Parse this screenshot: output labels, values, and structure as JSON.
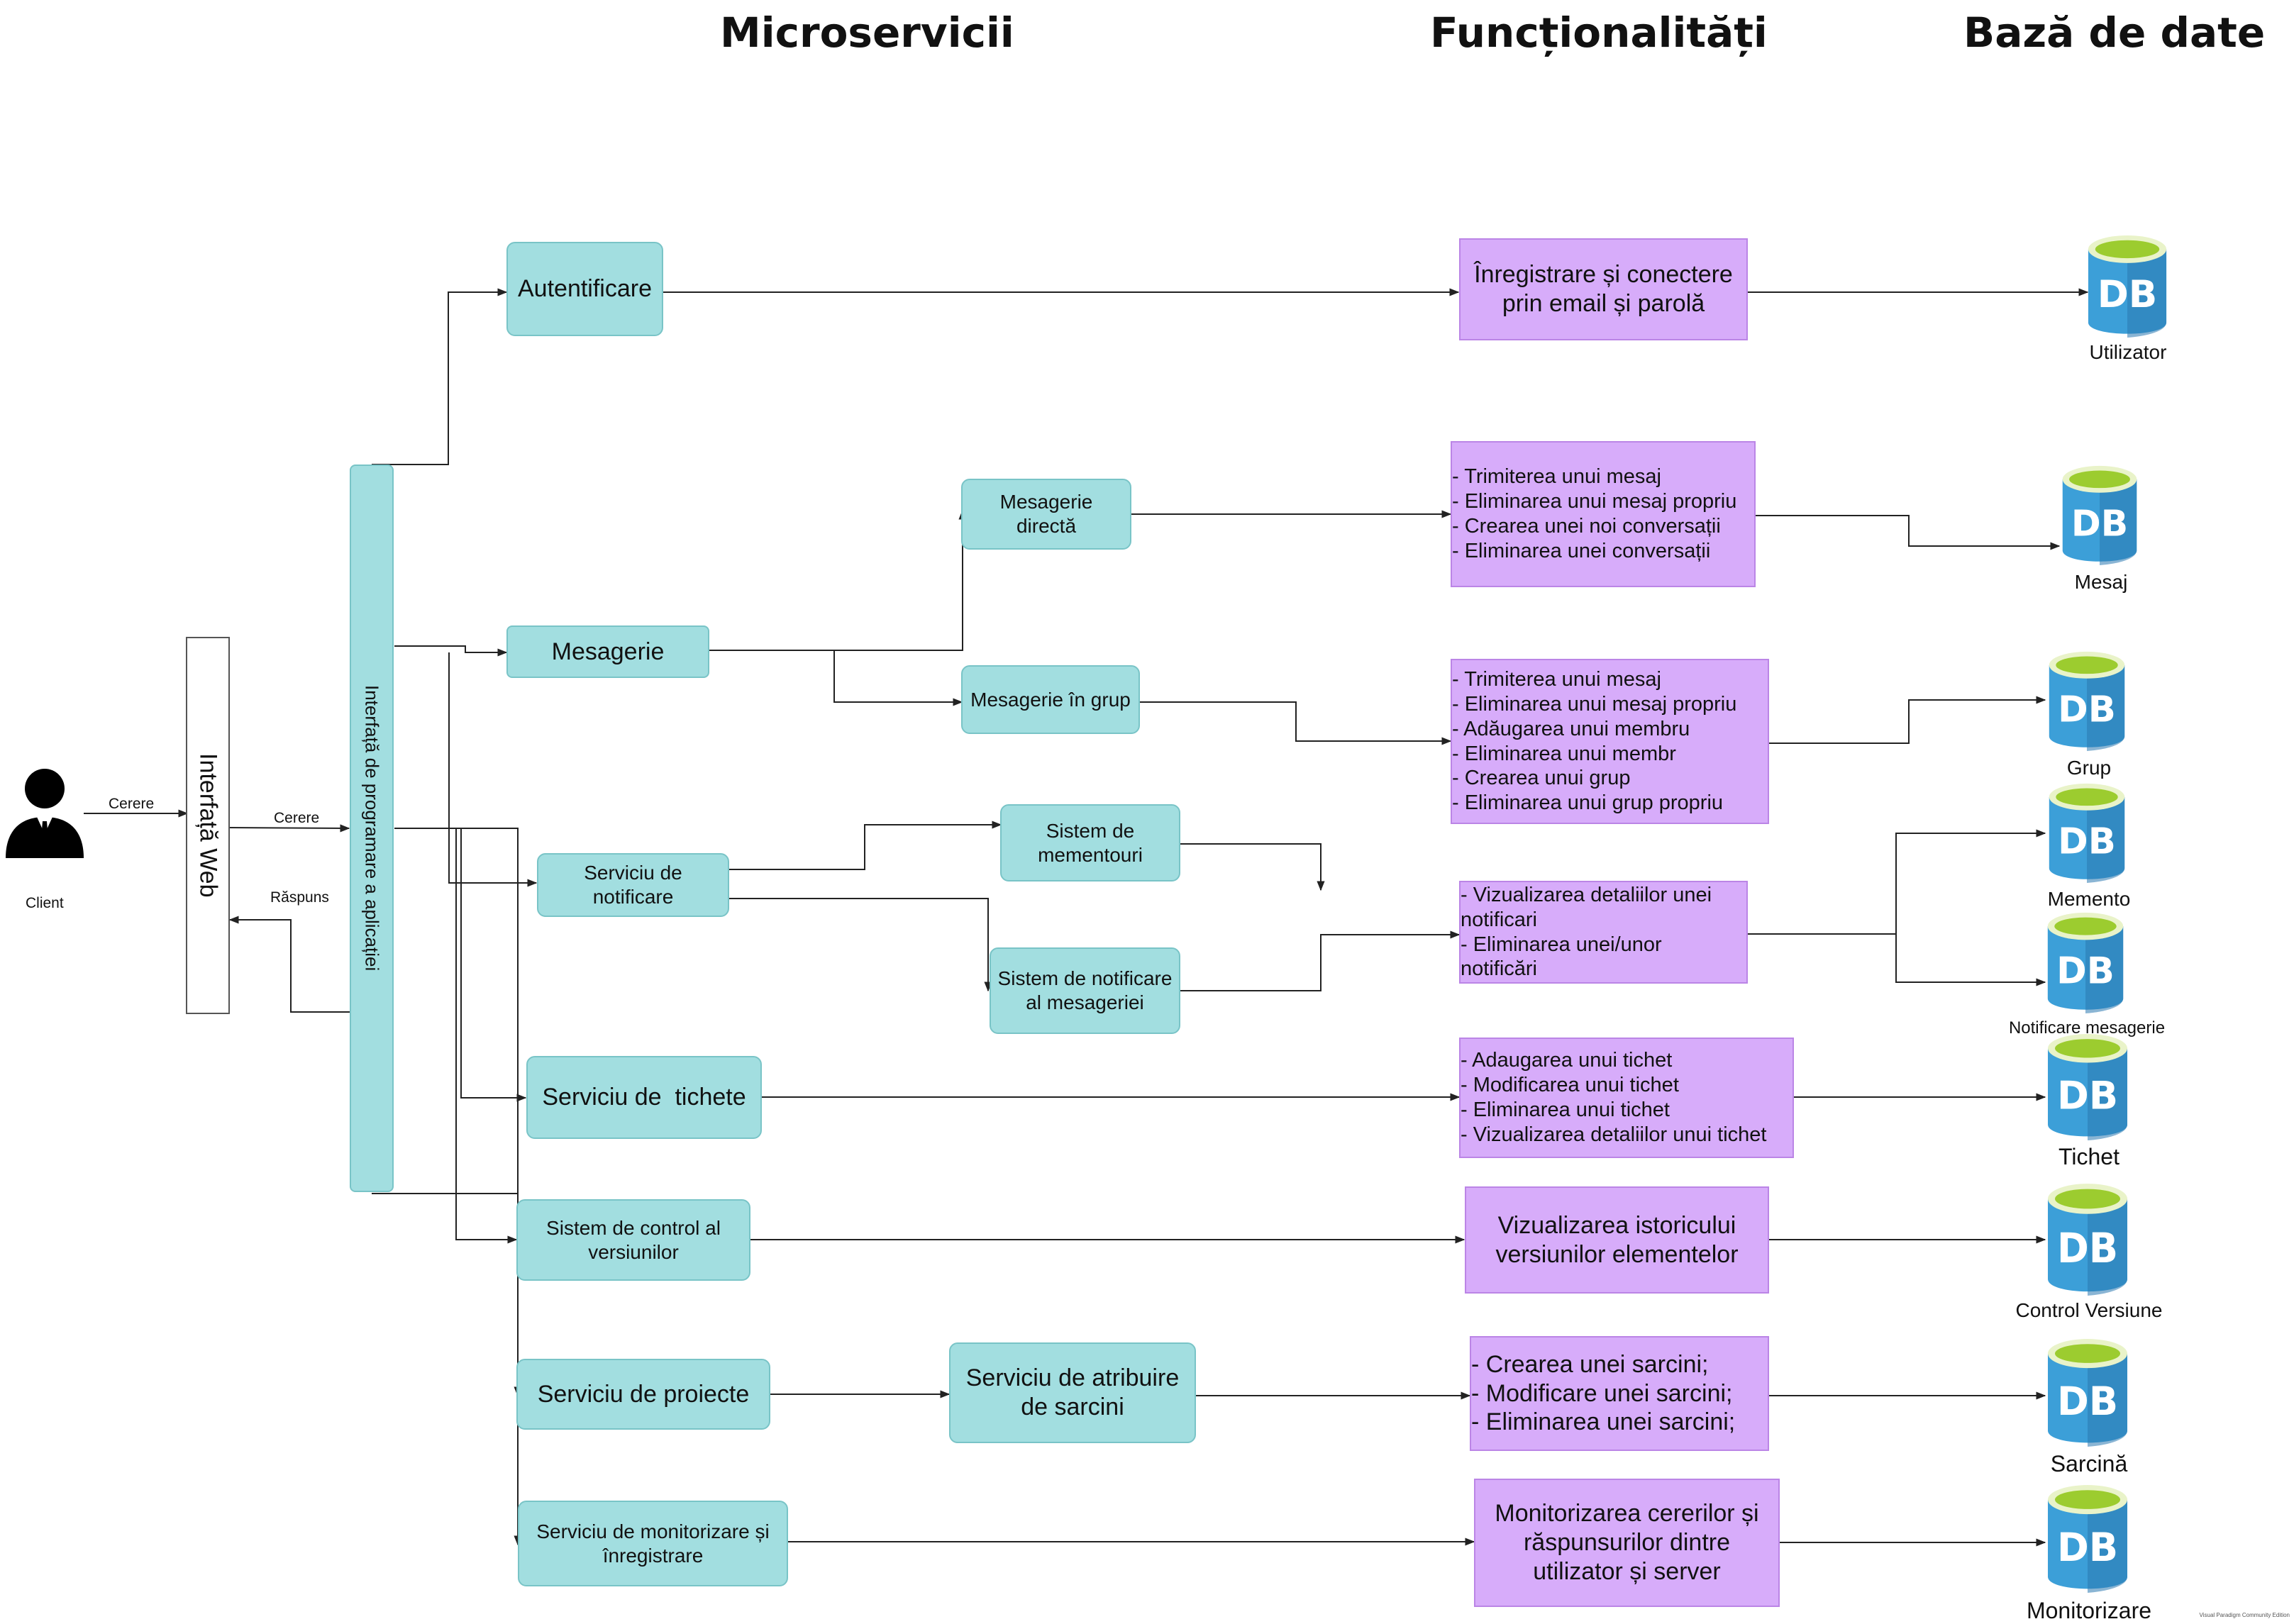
{
  "headers": {
    "microservices": "Microservicii",
    "features": "Funcționalități",
    "databases": "Bază de date"
  },
  "client": {
    "label": "Client",
    "request": "Cerere"
  },
  "web": {
    "label": "Interfață Web",
    "request": "Cerere",
    "response": "Răspuns"
  },
  "api": {
    "label": "Interfață de programare a aplicației"
  },
  "services": {
    "auth": "Autentificare",
    "messaging": "Mesagerie",
    "direct": "Mesagerie directă",
    "group": "Mesagerie în grup",
    "notif": "Serviciu de notificare",
    "reminders": "Sistem de mementouri",
    "msgnotif": "Sistem de notificare al mesageriei",
    "tickets": "Serviciu de  tichete",
    "vcs": "Sistem de control al versiunilor",
    "projects": "Serviciu de proiecte",
    "assign": "Serviciu de atribuire de sarcini",
    "monitor": "Serviciu de monitorizare și înregistrare"
  },
  "features": {
    "auth": [
      "Înregistrare și conectere",
      "prin email și parolă"
    ],
    "direct": [
      "- Trimiterea unui mesaj",
      "- Eliminarea unui mesaj propriu",
      "- Crearea unei noi conversații",
      "- Eliminarea unei conversații"
    ],
    "group": [
      "- Trimiterea unui mesaj",
      "- Eliminarea unui mesaj propriu",
      "- Adăugarea unui membru",
      "- Eliminarea unui membr",
      "- Crearea unui grup",
      "- Eliminarea unui grup propriu"
    ],
    "notif": [
      "- Vizualizarea detaliilor unei",
      "notificari",
      "- Eliminarea unei/unor",
      "notificări"
    ],
    "tickets": [
      "- Adaugarea unui tichet",
      "- Modificarea unui tichet",
      "- Eliminarea unui tichet",
      "- Vizualizarea detaliilor unui tichet"
    ],
    "vcs": [
      "Vizualizarea istoricului",
      "versiunilor elementelor"
    ],
    "tasks": [
      "- Crearea unei sarcini;",
      "- Modificare unei sarcini;",
      "- Eliminarea unei sarcini;"
    ],
    "monitor": [
      "Monitorizarea cererilor și",
      "răspunsurilor dintre",
      "utilizator și server"
    ]
  },
  "databases": {
    "icon_text": "DB",
    "user": "Utilizator",
    "message": "Mesaj",
    "group": "Grup",
    "memento": "Memento",
    "msgnotif": "Notificare mesagerie",
    "ticket": "Tichet",
    "version": "Control Versiune",
    "task": "Sarcină",
    "monitor": "Monitorizare"
  },
  "colors": {
    "service_fill": "#a2dee0",
    "service_border": "#79c4c7",
    "feature_fill": "#d7acfa",
    "feature_border": "#bb85e6",
    "db_blue": "#3c9fd8",
    "db_dark": "#2a78b0",
    "db_top": "#9ccc2f",
    "line": "#222222"
  },
  "footer": "Visual Paradigm Community Edition"
}
